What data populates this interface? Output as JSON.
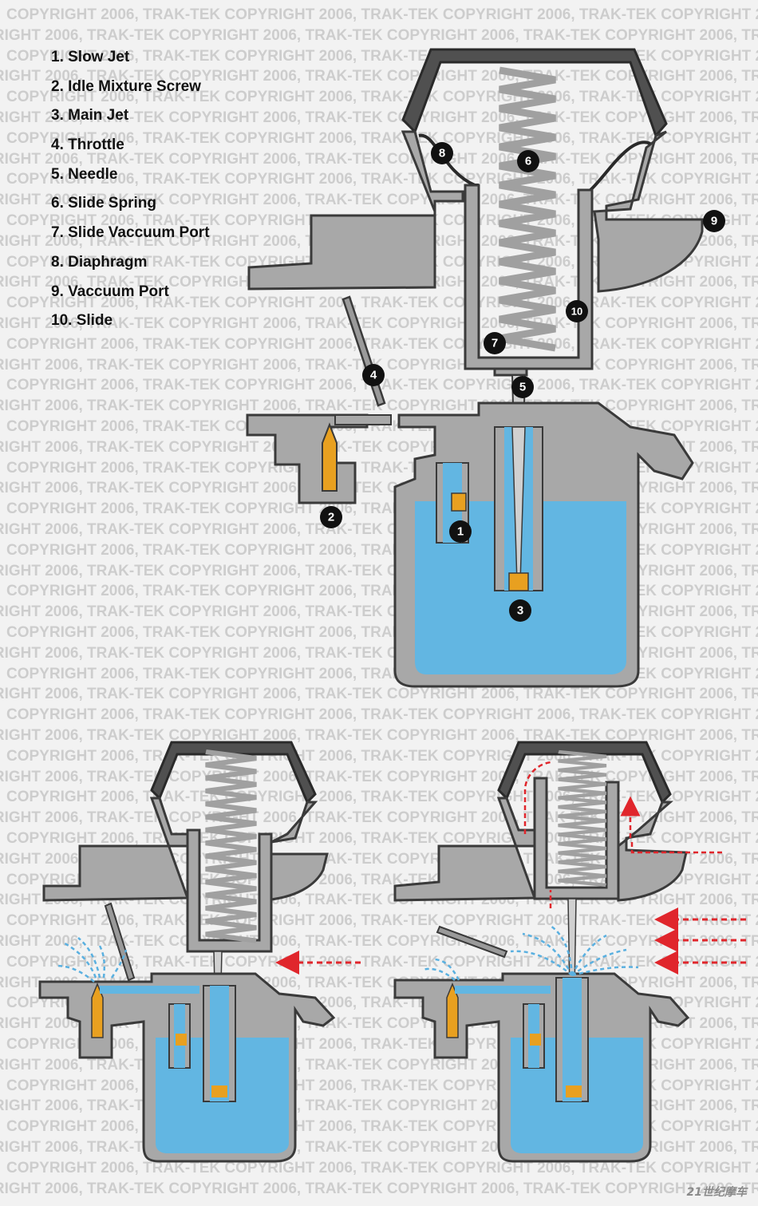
{
  "watermark_text": "COPYRIGHT 2006, TRAK-TEK",
  "legend": [
    {
      "num": "1",
      "label": "1. Slow Jet"
    },
    {
      "num": "2",
      "label": "2. Idle Mixture Screw"
    },
    {
      "num": "3",
      "label": "3. Main Jet"
    },
    {
      "num": "4",
      "label": "4. Throttle"
    },
    {
      "num": "5",
      "label": "5. Needle"
    },
    {
      "num": "6",
      "label": "6. Slide Spring"
    },
    {
      "num": "7",
      "label": "7. Slide Vaccuum Port"
    },
    {
      "num": "8",
      "label": "8. Diaphragm"
    },
    {
      "num": "9",
      "label": "9. Vaccuum Port"
    },
    {
      "num": "10",
      "label": "10. Slide"
    }
  ],
  "callouts": [
    "1",
    "2",
    "3",
    "4",
    "5",
    "6",
    "7",
    "8",
    "9",
    "10"
  ],
  "logo_text": "21世纪摩车",
  "colors": {
    "body": "#a8a8a8",
    "outline": "#3a3a3a",
    "fuel": "#62b6e2",
    "jet": "#e8a020",
    "airflow": "#e0262c",
    "spray": "#5ab0e0",
    "badge": "#111111",
    "diaphragm_cap": "#505050"
  }
}
